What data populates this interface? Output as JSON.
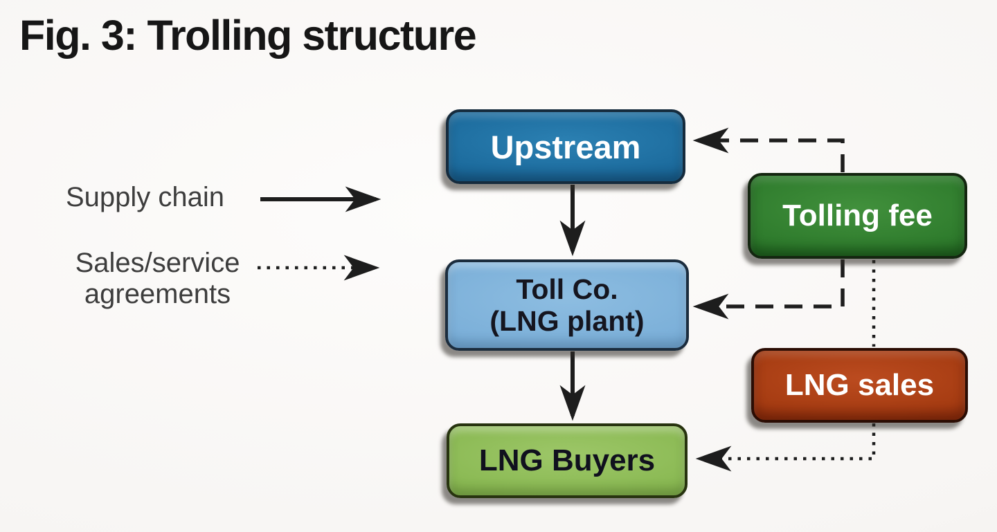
{
  "figure": {
    "title": "Fig. 3: Trolling structure"
  },
  "legend": {
    "items": [
      {
        "label": "Supply chain",
        "line_style": "solid"
      },
      {
        "label": "Sales/service agreements",
        "line1": "Sales/service",
        "line2": "agreements",
        "line_style": "dotted"
      }
    ]
  },
  "nodes": [
    {
      "id": "upstream",
      "label": "Upstream",
      "fill": "#1d6b9d",
      "text_color": "#ffffff"
    },
    {
      "id": "toll-co",
      "label": "Toll Co. (LNG plant)",
      "line1": "Toll Co.",
      "line2": "(LNG plant)",
      "fill": "#7cb0d9",
      "text_color": "#15151f"
    },
    {
      "id": "lng-buyers",
      "label": "LNG Buyers",
      "fill": "#8ab953",
      "text_color": "#10101e"
    },
    {
      "id": "tolling-fee",
      "label": "Tolling fee",
      "fill": "#2f7c2d",
      "text_color": "#ffffff"
    },
    {
      "id": "lng-sales",
      "label": "LNG sales",
      "fill": "#a63c12",
      "text_color": "#ffffff"
    }
  ],
  "edges": [
    {
      "from": "upstream",
      "to": "toll-co",
      "style": "solid",
      "meaning": "Supply chain"
    },
    {
      "from": "toll-co",
      "to": "lng-buyers",
      "style": "solid",
      "meaning": "Supply chain"
    },
    {
      "from": "tolling-fee",
      "to": "upstream",
      "style": "dashed",
      "meaning": "Sales/service agreements"
    },
    {
      "from": "tolling-fee",
      "to": "toll-co",
      "style": "dashed",
      "meaning": "Sales/service agreements"
    },
    {
      "from": "tolling-fee",
      "to": "lng-sales",
      "style": "dotted",
      "meaning": "Sales/service agreements"
    },
    {
      "from": "lng-sales",
      "to": "lng-buyers",
      "style": "dotted",
      "meaning": "Sales/service agreements"
    }
  ],
  "colors": {
    "background": "#f7f5f3",
    "arrow": "#1d1d1d",
    "title_text": "#161616",
    "legend_text": "#3d3d3d"
  }
}
